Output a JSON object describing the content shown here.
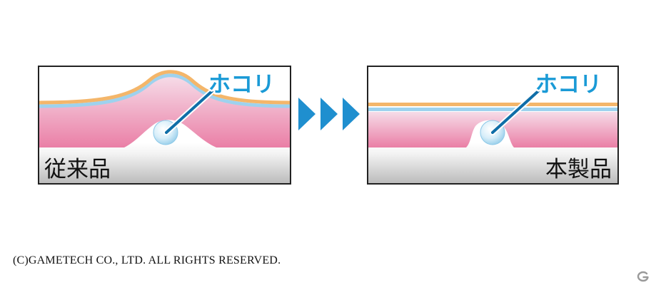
{
  "panels": {
    "conventional": {
      "dust_label": "ホコリ",
      "product_label": "従来品"
    },
    "this_product": {
      "dust_label": "ホコリ",
      "product_label": "本製品"
    }
  },
  "arrows": {
    "count": 3
  },
  "copyright": "(C)GAMETECH CO., LTD. ALL RIGHTS RESERVED.",
  "colors": {
    "frame": "#222222",
    "dust_label": "#1a9ad6",
    "leader_line": "#0f6ea8",
    "arrow": "#1f8fcf",
    "orange_layer": "#f4b66a",
    "blue_layer": "#9ed2ee",
    "pink_top": "#f6dce8",
    "pink_bottom": "#ea7fa6",
    "base_top": "#ffffff",
    "base_bottom": "#bdbdbd"
  },
  "icons": {
    "site_logo": "g-logo-icon"
  }
}
